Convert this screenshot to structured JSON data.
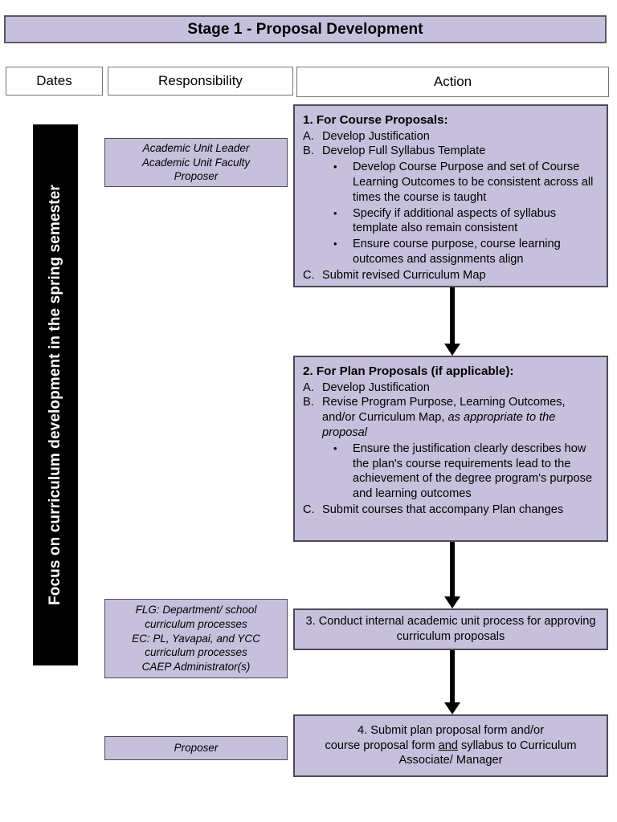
{
  "title": {
    "text": "Stage 1 - Proposal Development"
  },
  "columns": {
    "dates": "Dates",
    "responsibility": "Responsibility",
    "action": "Action"
  },
  "vertical_banner": {
    "text": "Focus on curriculum development in the spring semester"
  },
  "colors": {
    "box_fill": "#C6C0DC",
    "box_border": "#4B4B55",
    "banner_fill": "#000000",
    "banner_text": "#FFFFFF",
    "page_background": "#FFFFFF"
  },
  "responsibility_boxes": [
    {
      "id": "resp-1",
      "lines": [
        "Academic Unit Leader",
        "Academic Unit Faculty",
        "Proposer"
      ]
    },
    {
      "id": "resp-2",
      "lines": [
        "FLG: Department/ school",
        "curriculum processes",
        "EC: PL, Yavapai, and YCC",
        "curriculum processes",
        "CAEP Administrator(s)"
      ]
    },
    {
      "id": "resp-3",
      "lines": [
        "Proposer"
      ]
    }
  ],
  "action_boxes": {
    "box1": {
      "heading": "1. For Course Proposals:",
      "items": [
        {
          "marker": "A.",
          "text": "Develop Justification"
        },
        {
          "marker": "B.",
          "text": "Develop Full Syllabus Template"
        }
      ],
      "bullets": [
        "Develop Course Purpose and set of Course Learning Outcomes to be consistent across all times the course is taught",
        "Specify if additional aspects of syllabus template also remain consistent",
        "Ensure course purpose, course learning outcomes and assignments align"
      ],
      "closing": {
        "marker": "C.",
        "text": "Submit revised Curriculum Map"
      }
    },
    "box2": {
      "heading": "2. For Plan Proposals (if applicable):",
      "items": [
        {
          "marker": "A.",
          "text": "Develop Justification"
        }
      ],
      "item_b": {
        "marker": "B.",
        "text_plain": "Revise Program Purpose, Learning Outcomes, and/or Curriculum Map, ",
        "text_italic": "as appropriate to the proposal"
      },
      "bullets": [
        "Ensure the justification clearly describes how the plan's course requirements lead to the achievement of the degree program's purpose and learning outcomes"
      ],
      "closing": {
        "marker": "C.",
        "text": "Submit courses that accompany Plan changes"
      }
    },
    "box3": {
      "text": "3.  Conduct internal academic unit process for approving curriculum proposals"
    },
    "box4": {
      "line1": "4. Submit plan proposal form and/or",
      "line2_pre": "course proposal form ",
      "line2_underlined": "and",
      "line2_post": " syllabus to Curriculum",
      "line3": "Associate/ Manager"
    }
  }
}
